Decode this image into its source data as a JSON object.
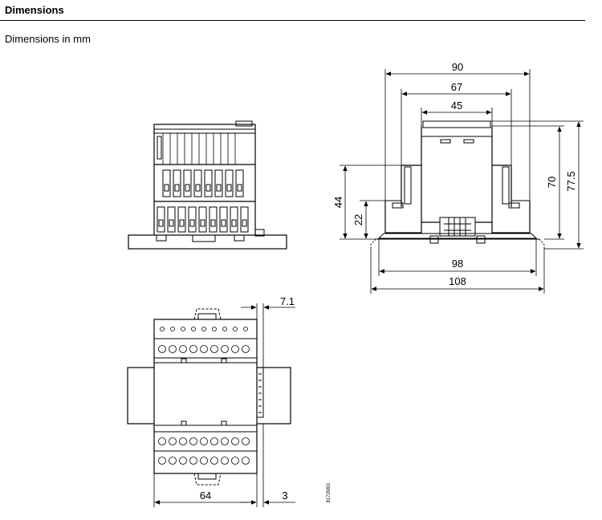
{
  "header": {
    "title": "Dimensions",
    "subtitle": "Dimensions in mm"
  },
  "dimensions": {
    "width_overall": "90",
    "width_body": "67",
    "width_top": "45",
    "height_front": "44",
    "height_lower": "22",
    "height_body": "70",
    "height_overall": "77.5",
    "rail_width": "98",
    "base_width": "108",
    "offset_top": "7.1",
    "bottom_width": "64",
    "bottom_offset": "3"
  },
  "drawing_code": "8172M01"
}
